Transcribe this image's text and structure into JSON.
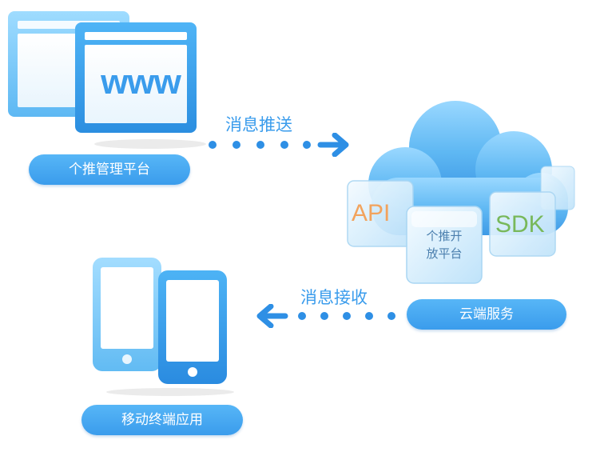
{
  "nodes": {
    "web_platform": {
      "icon": "browser-window-icon",
      "screen_text": "www",
      "label": "个推管理平台"
    },
    "cloud": {
      "icon": "cloud-icon",
      "cubes": [
        {
          "name": "api-cube",
          "text": "API",
          "color": "#f2a35d"
        },
        {
          "name": "sdk-cube",
          "text": "SDK",
          "color": "#78b85a"
        }
      ],
      "center_cube_lines": [
        "个推开",
        "放平台"
      ],
      "label": "云端服务"
    },
    "mobile_app": {
      "icon": "mobile-phone-icon",
      "label": "移动终端应用"
    }
  },
  "edges": [
    {
      "name": "push-message",
      "label": "消息推送",
      "direction": "right"
    },
    {
      "name": "receive-message",
      "label": "消息接收",
      "direction": "left"
    }
  ],
  "colors": {
    "primary": "#3a9cec",
    "primary_light": "#8fd0ff",
    "dots": "#2e8fe5"
  }
}
